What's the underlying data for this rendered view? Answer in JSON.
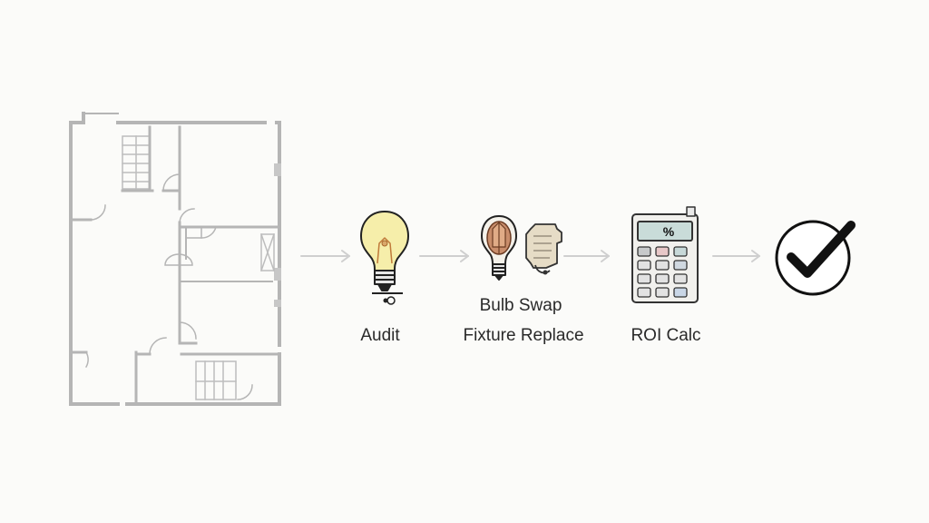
{
  "steps": {
    "audit": {
      "label": "Audit"
    },
    "bulb_swap": {
      "label": "Bulb Swap"
    },
    "fixture_replace": {
      "label": "Fixture Replace"
    },
    "roi_calc": {
      "label": "ROI Calc",
      "calculator_symbol": "%"
    }
  },
  "icons": {
    "floor_plan": "floor-plan-icon",
    "audit": "lightbulb-icon",
    "bulb_swap": "vintage-bulb-icon",
    "fixture_replace": "fixture-icon",
    "roi_calc": "calculator-icon",
    "done": "checkmark-circle-icon"
  },
  "colors": {
    "background": "#fbfbf9",
    "wall": "#b3b3b3",
    "arrow": "#cfcfcf",
    "bulb_glass": "#f6eeaa",
    "copper": "#c98d6b",
    "fixture": "#e6dcc6",
    "calc_body": "#f1f0ed",
    "calc_screen": "#c9dcd9",
    "ink": "#111111"
  }
}
